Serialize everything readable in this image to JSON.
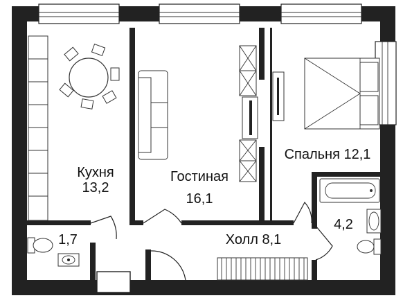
{
  "rooms": {
    "kitchen": {
      "name": "Кухня",
      "area": "13,2"
    },
    "living": {
      "name": "Гостиная",
      "area": "16,1"
    },
    "bedroom": {
      "name": "Спальня",
      "area": "12,1"
    },
    "hall": {
      "name": "Холл",
      "area": "8,1"
    },
    "bathroom": {
      "area": "4,2"
    },
    "wc": {
      "area": "1,7"
    }
  },
  "colors": {
    "wall": "#222222",
    "fill_light": "#e9e9e9",
    "background": "#ffffff"
  }
}
